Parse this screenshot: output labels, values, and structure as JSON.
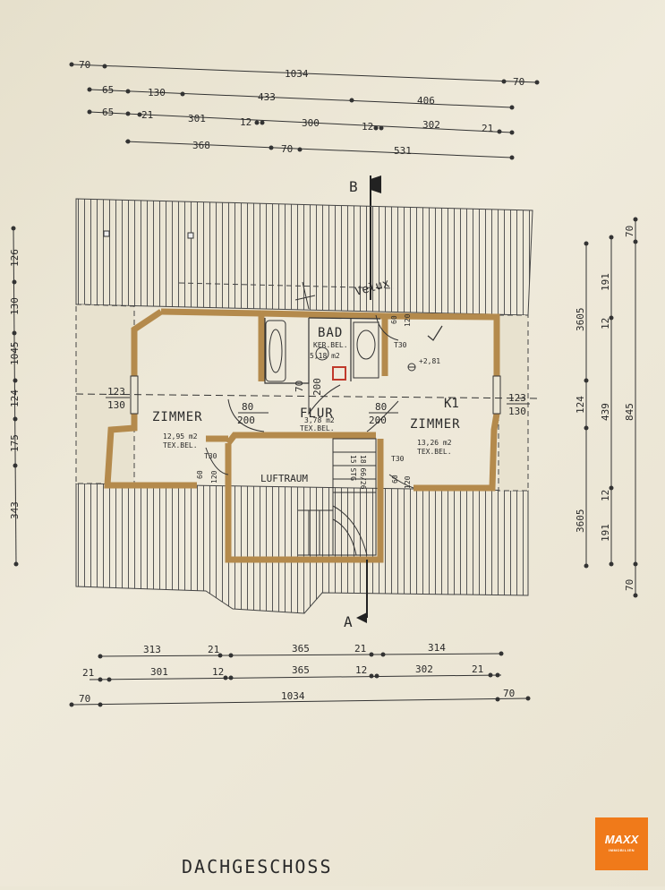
{
  "plan": {
    "title": "DACHGESCHOSS",
    "sections": {
      "b": "B",
      "a": "A"
    },
    "rooms": {
      "left": {
        "name": "ZIMMER",
        "area": "12,95 m2",
        "floor": "TEX.BEL."
      },
      "right": {
        "name": "ZIMMER",
        "area": "13,26 m2",
        "floor": "TEX.BEL."
      },
      "hall": {
        "name": "FLUR",
        "area": "3,78 m2",
        "floor": "TEX.BEL."
      },
      "bath": {
        "name": "BAD",
        "floor": "KER.BEL.",
        "area": "5,18 m2"
      },
      "void": {
        "name": "LUFTRAUM"
      },
      "stairs": {
        "label": "15 STG",
        "rise": "18,66/26"
      }
    },
    "doors": {
      "left_top": "80",
      "left_bot": "200",
      "right_top": "80",
      "right_bot": "200",
      "bath_top": "70",
      "bath_bot": "200",
      "t30_a": "T30",
      "t30_b": "T30",
      "t30_c": "T30",
      "s60a": "60",
      "s120a": "120",
      "s60b": "60",
      "s120b": "120",
      "s60c": "60",
      "s120c": "120"
    },
    "windows": {
      "l1": "123",
      "l2": "130",
      "r1": "123",
      "r2": "130"
    },
    "level": "+2,81",
    "handwriting": {
      "note1": "Velux",
      "note2": "K1"
    },
    "dims_top": {
      "r1": [
        "70",
        "1034",
        "70"
      ],
      "r2": [
        "65",
        "130",
        "433",
        "406"
      ],
      "r3": [
        "65",
        "21",
        "301",
        "12",
        "300",
        "12",
        "302",
        "21"
      ],
      "r4": [
        "368",
        "70",
        "531"
      ]
    },
    "dims_bottom": {
      "r1": [
        "313",
        "21",
        "365",
        "21",
        "314"
      ],
      "r2": [
        "21",
        "301",
        "12",
        "365",
        "12",
        "302",
        "21"
      ],
      "r3": [
        "70",
        "1034",
        "70"
      ]
    },
    "dims_left": [
      "126",
      "130",
      "1045",
      "124",
      "175",
      "343"
    ],
    "dims_right": {
      "outer": [
        "70",
        "845",
        "70"
      ],
      "mid": [
        "191",
        "12",
        "439",
        "12",
        "191"
      ],
      "inner": [
        "3605",
        "124",
        "3605"
      ]
    }
  },
  "logo": {
    "brand": "MAXX",
    "sub": "IMMOBILIEN"
  }
}
